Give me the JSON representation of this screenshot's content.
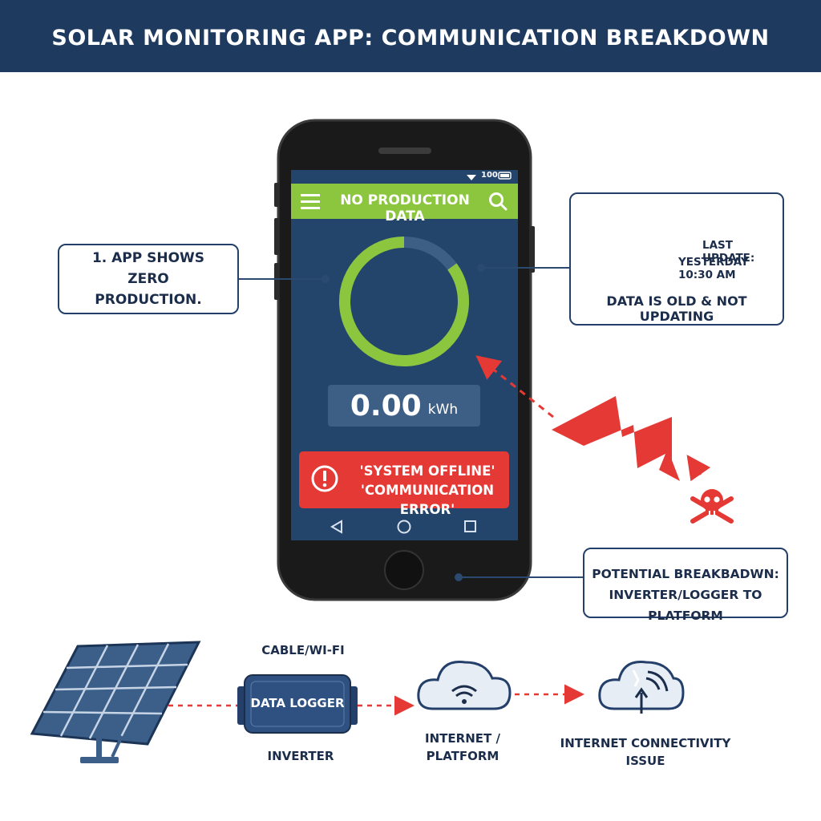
{
  "header": {
    "title": "SOLAR MONITORING APP: COMMUNICATION BREAKDOWN"
  },
  "phone": {
    "status_bar": {
      "signal": "100"
    },
    "app_bar": {
      "title": "NO PRODUCTION DATA",
      "menu_icon": "menu-icon",
      "search_icon": "search-icon"
    },
    "gauge": {
      "fill_fraction": 0.85
    },
    "energy": {
      "value": "0.00",
      "unit": "kWh"
    },
    "alert": {
      "line1": "'SYSTEM OFFLINE'",
      "line2": "'COMMUNICATION ERROR'"
    },
    "nav": [
      "back-icon",
      "home-icon",
      "recents-icon"
    ]
  },
  "callouts": {
    "zero_production": "1. APP SHOWS ZERO PRODUCTION.",
    "last_update": {
      "label": "LAST UPDATE:",
      "value": "YESTERDAY 10:30 AM",
      "caption": "DATA IS OLD & NOT UPDATING"
    },
    "breakdown": {
      "line1": "POTENTIAL BREAKBADWN:",
      "line2": "INVERTER/LOGGER TO PLATFORM"
    }
  },
  "flow": {
    "link_label": "CABLE/WI-FI",
    "logger_label": "DATA LOGGER",
    "inverter_label": "INVERTER",
    "platform_label_1": "INTERNET /",
    "platform_label_2": "PLATFORM",
    "issue_label_1": "INTERNET CONNECTIVITY",
    "issue_label_2": "ISSUE"
  },
  "colors": {
    "navy": "#1e3a5f",
    "accent_green": "#8cc63f",
    "screen_blue": "#24456b",
    "alert_red": "#e53935",
    "bolt_red": "#e53935"
  }
}
